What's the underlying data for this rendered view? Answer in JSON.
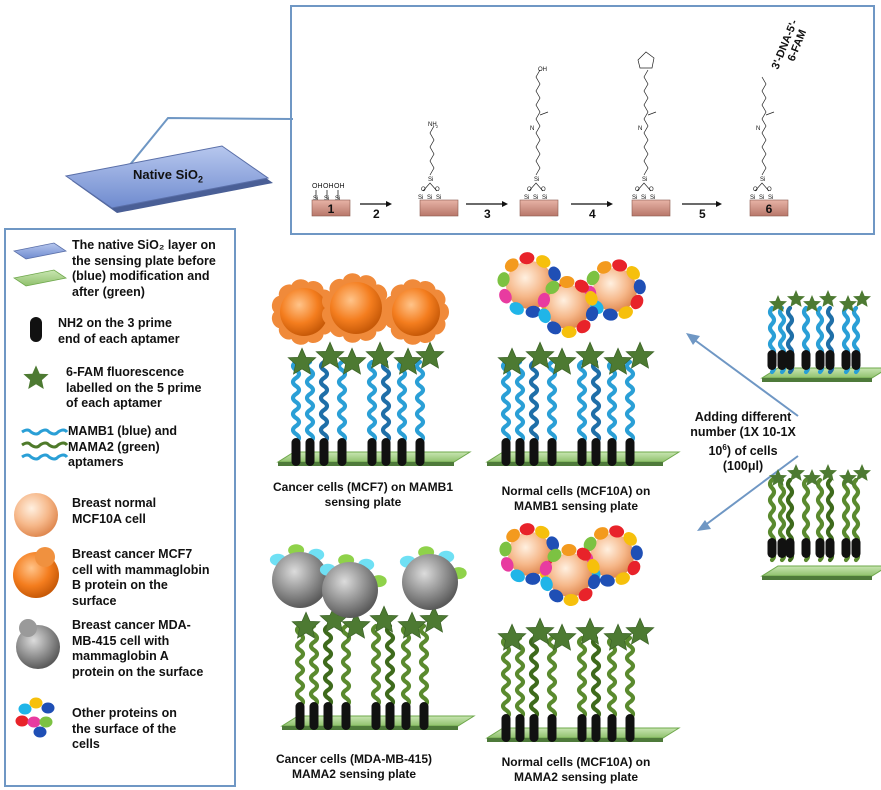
{
  "native_label": "Native SiO",
  "native_sub": "2",
  "steps": {
    "substrates": [
      "1",
      "",
      "",
      "",
      "",
      "6"
    ],
    "arrows": [
      "2",
      "3",
      "4",
      "5"
    ],
    "oh": "OH",
    "si": "Si",
    "o": "O",
    "nh2": "NH",
    "nh2_sub": "2",
    "n": "N",
    "oh_top": "OH",
    "dna": "3'-DNA-5'-",
    "fam": "6-FAM"
  },
  "legend": {
    "items": [
      {
        "icon": "sio2-layer-icon",
        "text_lines": [
          "The native SiO₂ layer on",
          "the sensing plate before",
          "(blue) modification and",
          "after (green)"
        ]
      },
      {
        "icon": "nh2-end-icon",
        "text_lines": [
          "NH2 on the 3 prime",
          "end of each aptamer"
        ]
      },
      {
        "icon": "fam-star-icon",
        "text_lines": [
          "6-FAM fluorescence",
          "labelled on the 5 prime",
          "of each aptamer"
        ]
      },
      {
        "icon": "aptamer-strand-icon",
        "text_lines": [
          "MAMB1 (blue) and",
          "MAMA2 (green)",
          "aptamers"
        ]
      },
      {
        "icon": "normal-cell-icon",
        "text_lines": [
          "Breast normal",
          "MCF10A cell"
        ]
      },
      {
        "icon": "mcf7-cell-icon",
        "text_lines": [
          "Breast cancer MCF7",
          "cell with mammaglobin",
          "B protein on the",
          "surface"
        ]
      },
      {
        "icon": "mda-cell-icon",
        "text_lines": [
          "Breast cancer MDA-",
          "MB-415 cell with",
          "mammaglobin A",
          "protein on the surface"
        ]
      },
      {
        "icon": "other-proteins-icon",
        "text_lines": [
          "Other proteins on",
          "the surface of the",
          "cells"
        ]
      }
    ],
    "colors": {
      "blue_plate": "#8ea6dc",
      "green_plate": "#a6d08a",
      "orange_cell": "#f07f24",
      "normal_cell": "#f5b88a",
      "grey_cell": "#8a8a8a",
      "star": "#4d7a32",
      "blue_strand": "#2a9fd6",
      "green_strand": "#4e7a2a"
    }
  },
  "panels": [
    {
      "caption_lines": [
        "Cancer cells (MCF7) on MAMB1",
        "sensing plate"
      ]
    },
    {
      "caption_lines": [
        "Normal cells (MCF10A) on",
        "MAMB1 sensing plate"
      ]
    },
    {
      "caption_lines": [
        "Cancer cells (MDA-MB-415)",
        "MAMA2 sensing plate"
      ]
    },
    {
      "caption_lines": [
        "Normal cells (MCF10A) on",
        "MAMA2 sensing plate"
      ]
    }
  ],
  "adding": {
    "line1": "Adding different",
    "line2": "number (1X 10-1X",
    "line3_pre": "10",
    "line3_sup": "6",
    "line3_post": ") of cells",
    "line4": "(100μl)"
  }
}
